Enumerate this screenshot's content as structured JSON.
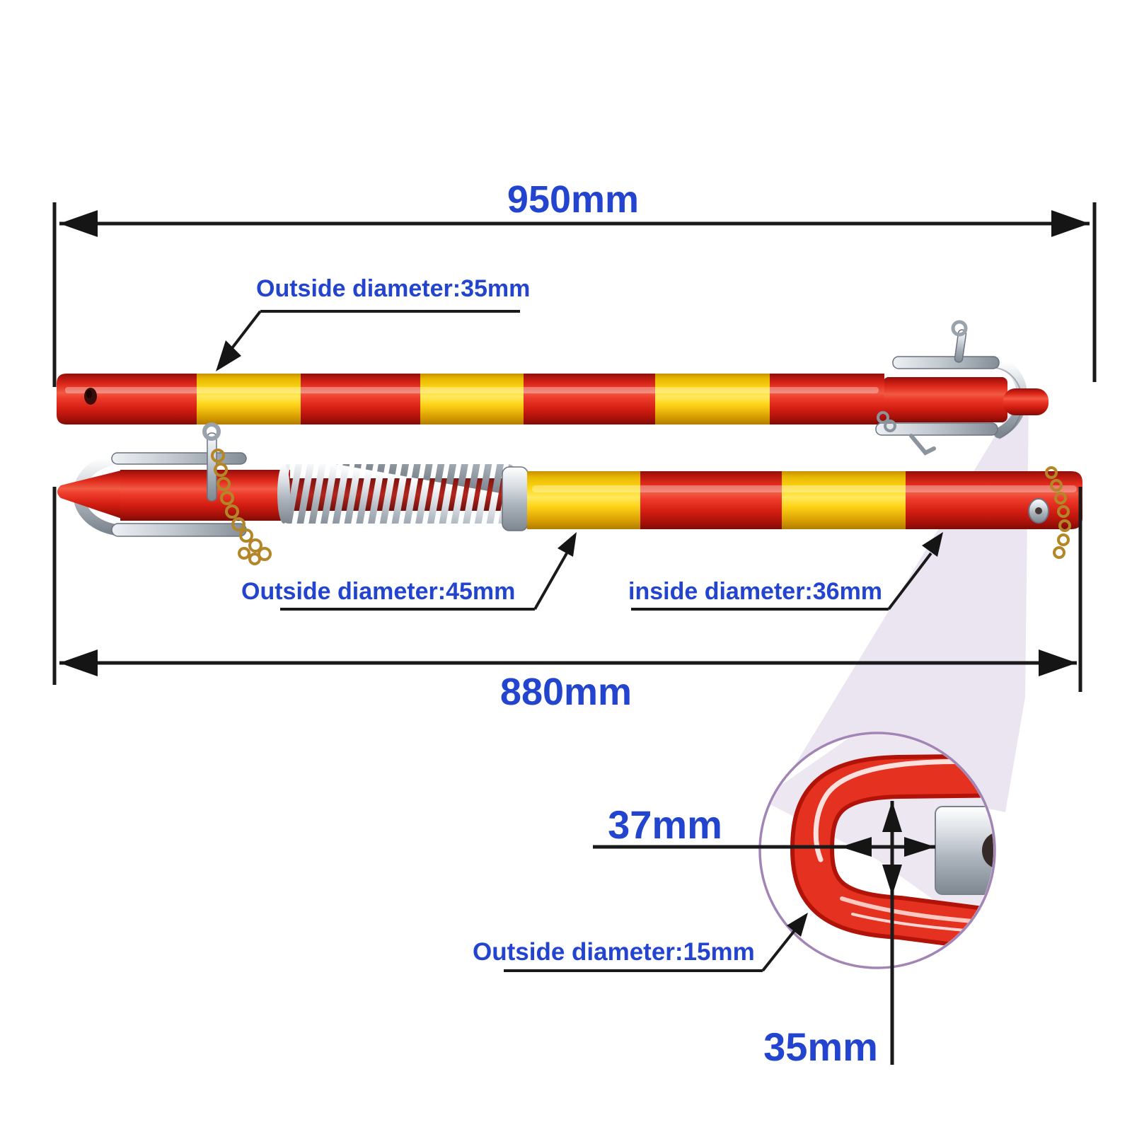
{
  "labels": {
    "dim_overall_top": "950mm",
    "dim_overall_bottom": "880mm",
    "upper_pole_outside_diameter": "Outside diameter:35mm",
    "lower_pole_outside_diameter": "Outside diameter:45mm",
    "lower_pole_inside_diameter": "inside diameter:36mm",
    "hook_outside_diameter": "Outside diameter:15mm",
    "hook_inner_width": "37mm",
    "hook_inner_height": "35mm"
  },
  "colors": {
    "label_blue": "#2244cf",
    "dimension_black": "#1a1a1a",
    "pole_red": "#e02b1c",
    "stripe_yellow": "#ffd818",
    "metal_silver": "#c2c9d0",
    "chain_gold": "#b38728",
    "beam_lavender": "#e7dfee",
    "magnifier_outline": "#a285b5"
  }
}
